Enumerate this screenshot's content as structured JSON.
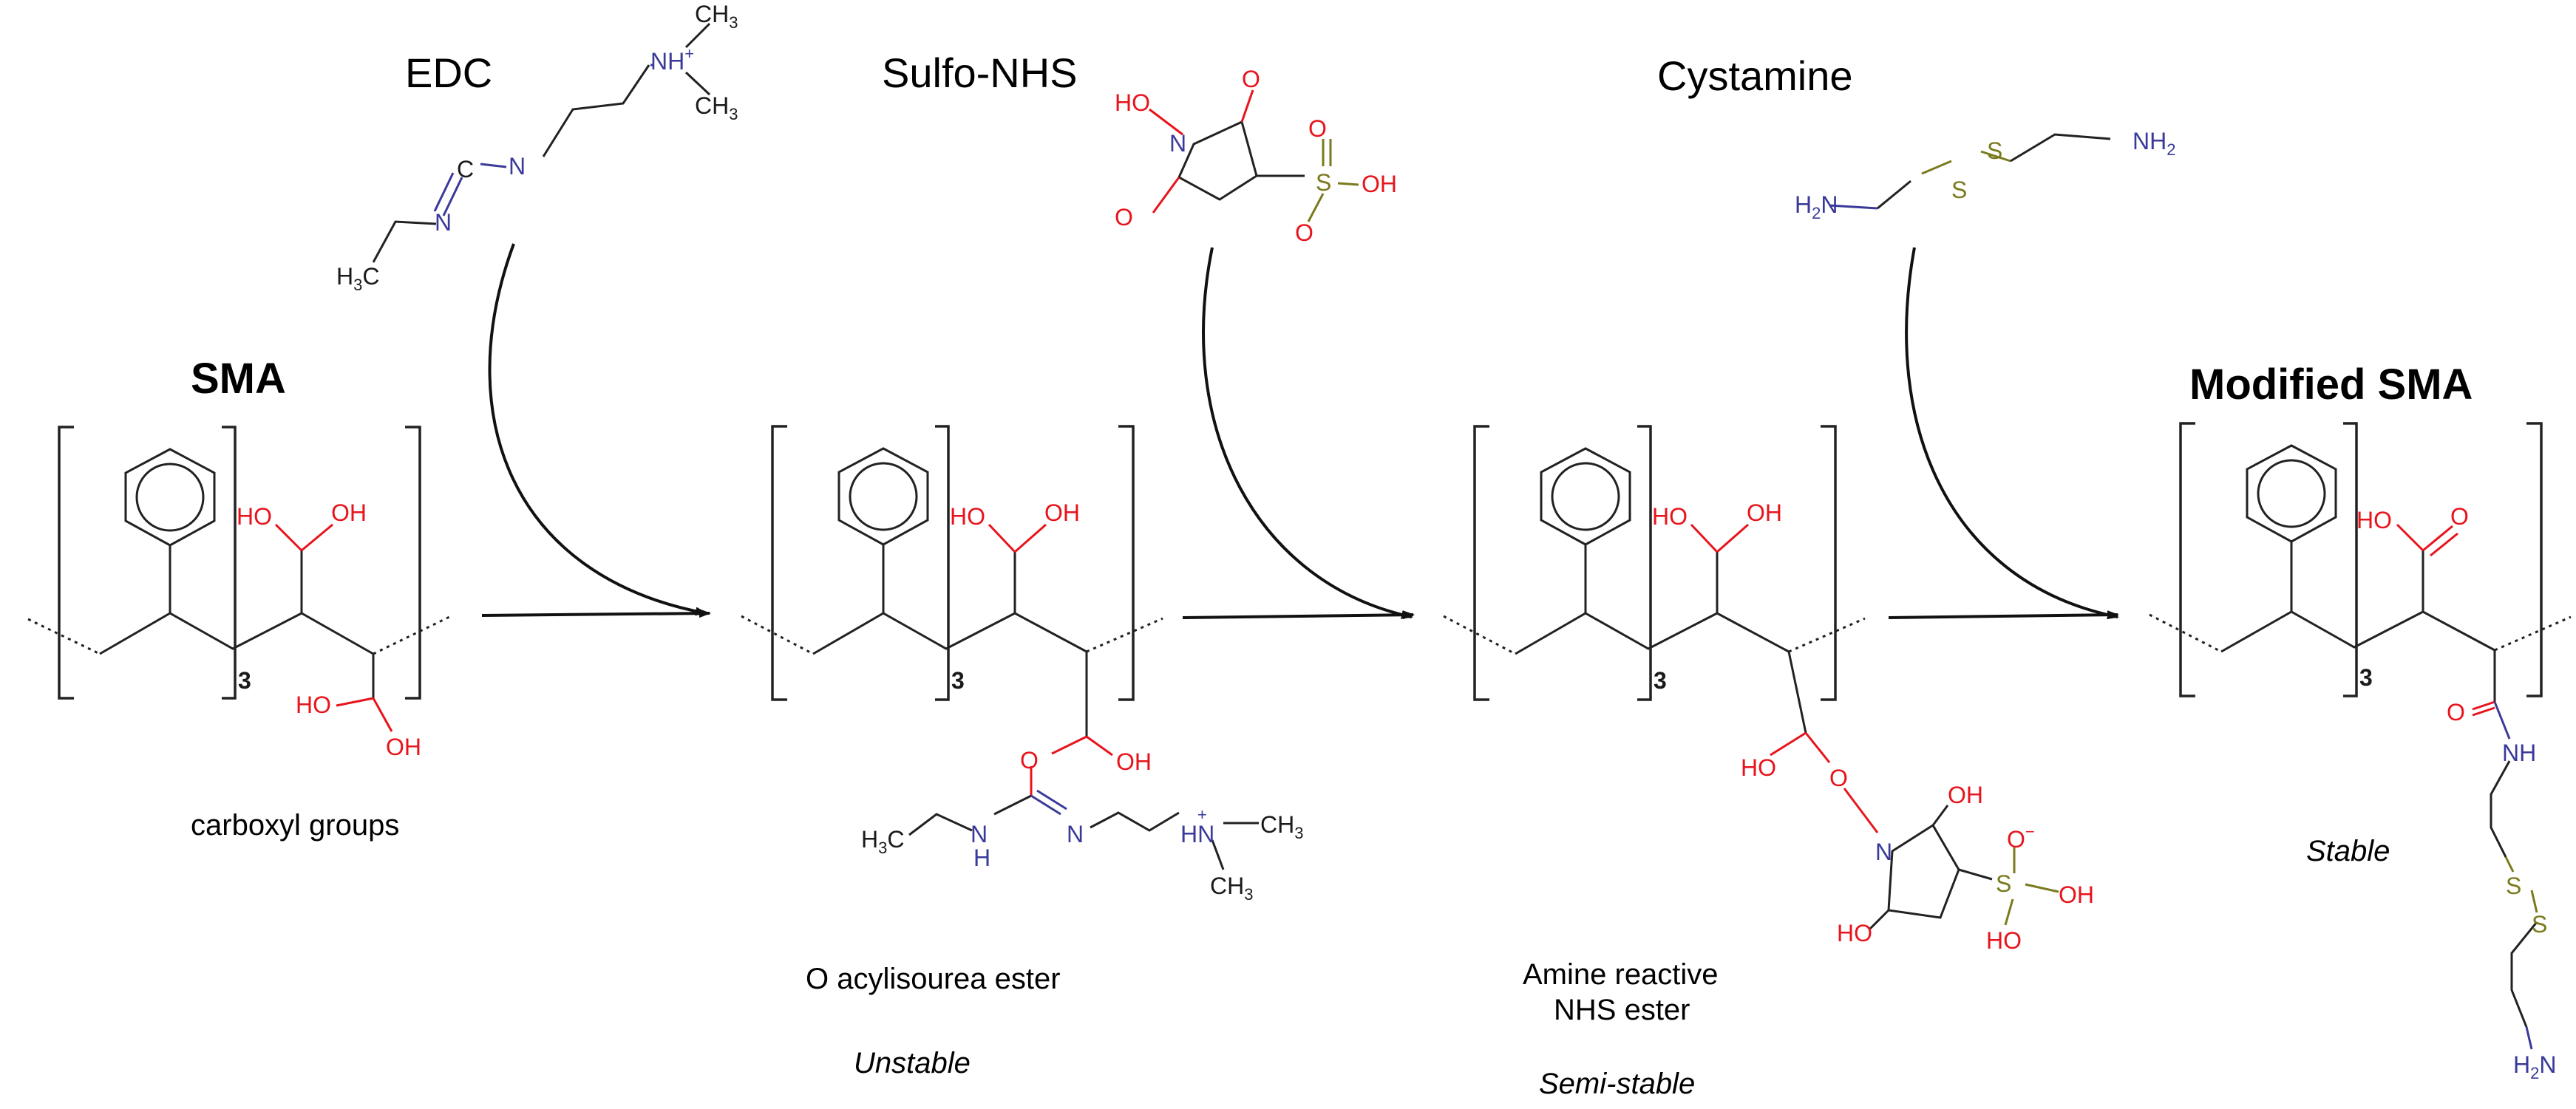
{
  "reagents": {
    "edc": "EDC",
    "sulfo_nhs": "Sulfo-NHS",
    "cystamine": "Cystamine"
  },
  "stages": {
    "sma": {
      "title": "SMA",
      "caption": "carboxyl groups"
    },
    "acylisourea": {
      "caption": "O acylisourea ester",
      "stability": "Unstable"
    },
    "nhs_ester": {
      "caption_line1": "Amine reactive",
      "caption_line2": "NHS ester",
      "stability": "Semi-stable"
    },
    "modified": {
      "title": "Modified SMA",
      "stability": "Stable"
    }
  },
  "repeat_count": "3",
  "atoms": {
    "oh": "OH",
    "ho": "HO",
    "o": "O",
    "n": "N",
    "nh": "NH",
    "h": "H",
    "s": "S",
    "hn": "HN",
    "h3c": "H",
    "ch3": "CH",
    "nh2": "NH",
    "h2n": "H",
    "c": "C",
    "sub3": "3",
    "sub2": "2",
    "plus": "+",
    "minus": "−"
  },
  "colors": {
    "oxygen": "#e8141c",
    "nitrogen": "#3a3a9a",
    "sulfur": "#7a7a1e",
    "carbon": "#222222"
  }
}
